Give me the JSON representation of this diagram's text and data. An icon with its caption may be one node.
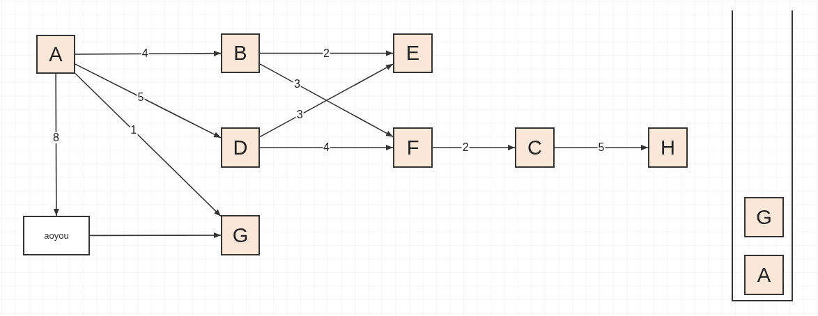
{
  "diagram": {
    "nodes": [
      {
        "text": [
          "A"
        ]
      },
      {
        "text": [
          "B"
        ]
      },
      {
        "text": [
          "E"
        ]
      },
      {
        "text": [
          "D"
        ]
      },
      {
        "text": [
          "F"
        ]
      },
      {
        "text": [
          "C"
        ]
      },
      {
        "text": [
          "H"
        ]
      },
      {
        "text": [
          "aoyou"
        ]
      },
      {
        "text": [
          "G"
        ]
      },
      {
        "text": [],
        "shape": "box"
      },
      {
        "text": [
          "G"
        ],
        "in": 9
      },
      {
        "text": [
          "A"
        ],
        "in": 9
      }
    ],
    "edges": [
      {
        "from": 0,
        "to": 1,
        "arrow": "to",
        "label": "4"
      },
      {
        "from": 0,
        "to": 3,
        "arrow": "to",
        "label": "5"
      },
      {
        "from": 0,
        "to": 8,
        "arrow": "to",
        "label": "1"
      },
      {
        "from": 0,
        "to": 7,
        "arrow": "to",
        "label": "8"
      },
      {
        "from": 1,
        "to": 2,
        "arrow": "to",
        "label": "2"
      },
      {
        "from": 1,
        "to": 4,
        "arrow": "to",
        "label": "3"
      },
      {
        "from": 3,
        "to": 2,
        "arrow": "to",
        "label": "3"
      },
      {
        "from": 3,
        "to": 4,
        "arrow": "to",
        "label": "4"
      },
      {
        "from": 4,
        "to": 5,
        "arrow": "to",
        "label": "2"
      },
      {
        "from": 5,
        "to": 6,
        "arrow": "to",
        "label": "5"
      },
      {
        "from": 7,
        "to": 8,
        "arrow": "to"
      }
    ]
  }
}
